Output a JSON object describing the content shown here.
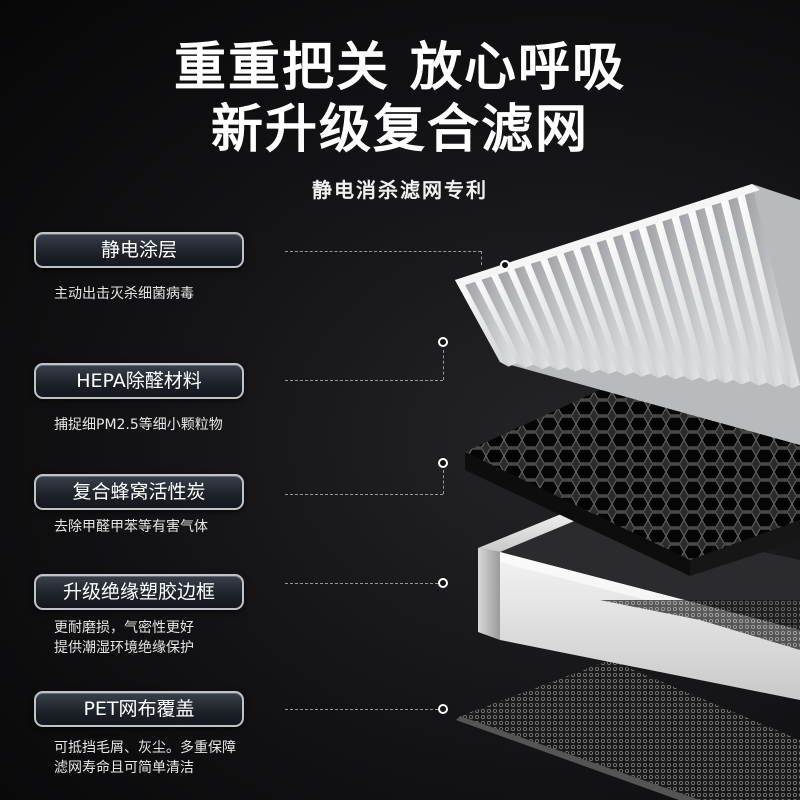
{
  "headline": {
    "line1": "重重把关 放心呼吸",
    "line2": "新升级复合滤网"
  },
  "subtitle": "静电消杀滤网专利",
  "features": [
    {
      "label": "静电涂层",
      "desc": [
        "主动出击灭杀细菌病毒"
      ]
    },
    {
      "label": "HEPA除醛材料",
      "desc": [
        "捕捉细PM2.5等细小颗粒物"
      ]
    },
    {
      "label": "复合蜂窝活性炭",
      "desc": [
        "去除甲醛甲苯等有害气体"
      ]
    },
    {
      "label": "升级绝缘塑胶边框",
      "desc": [
        "更耐磨损，气密性更好",
        "提供潮湿环境绝缘保护"
      ]
    },
    {
      "label": "PET网布覆盖",
      "desc": [
        "可抵挡毛屑、灰尘。多重保障",
        "滤网寿命且可简单清洁"
      ]
    }
  ],
  "colors": {
    "background": "#0b0b0c",
    "pill_border": "#bfc3c8",
    "text": "#ffffff"
  }
}
